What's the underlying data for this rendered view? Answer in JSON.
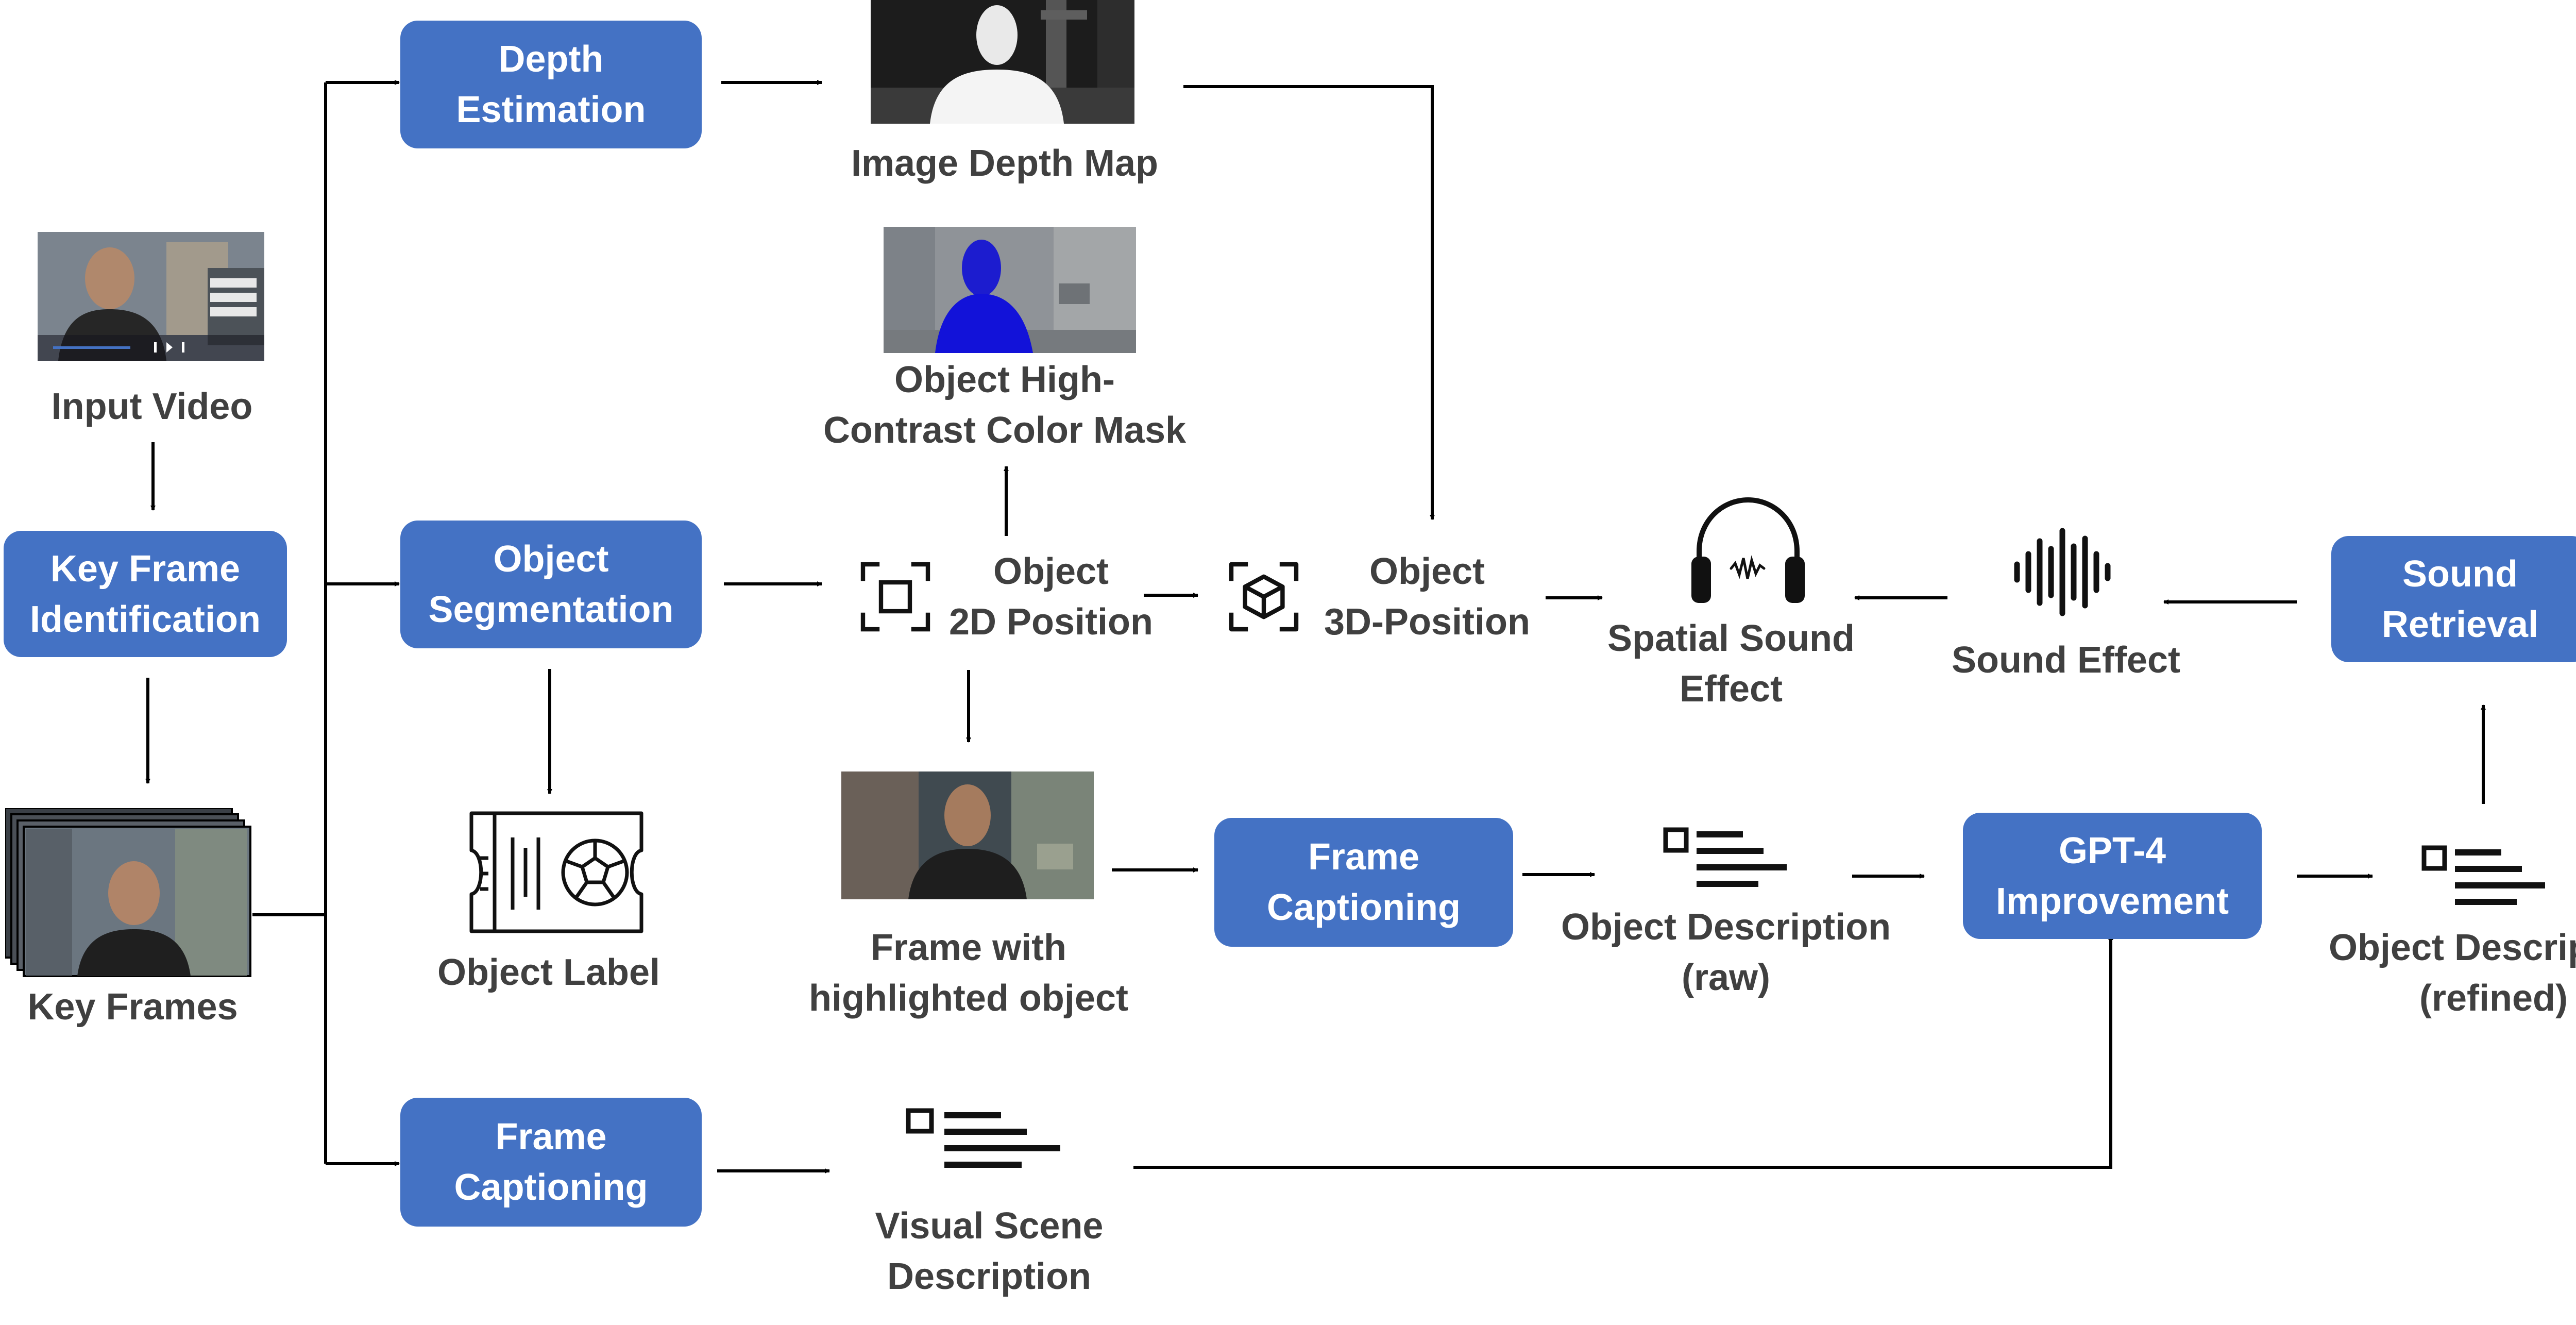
{
  "colors": {
    "box_fill": "#4472c4",
    "box_text": "#ffffff",
    "label_text": "#404040",
    "arrow": "#000000"
  },
  "boxes": {
    "key_frame_identification": "Key Frame\nIdentification",
    "depth_estimation": "Depth\nEstimation",
    "object_segmentation": "Object\nSegmentation",
    "frame_captioning_top": "Frame\nCaptioning",
    "frame_captioning_bottom": "Frame\nCaptioning",
    "gpt4_improvement": "GPT-4\nImprovement",
    "sound_retrieval": "Sound\nRetrieval"
  },
  "labels": {
    "input_video": "Input Video",
    "key_frames": "Key Frames",
    "image_depth_map": "Image Depth Map",
    "object_mask": "Object High-\nContrast Color Mask",
    "object_2d_position": "Object\n2D Position",
    "object_3d_position": "Object\n3D-Position",
    "spatial_sound_effect": "Spatial Sound\nEffect",
    "sound_effect": "Sound Effect",
    "object_label": "Object Label",
    "frame_highlighted": "Frame with\nhighlighted object",
    "object_description_raw": "Object Description\n(raw)",
    "object_description_refined": "Object Description\n(refined)",
    "visual_scene_description": "Visual Scene\nDescription"
  },
  "icons": {
    "object_2d": "square-focus-icon",
    "object_3d": "cube-focus-icon",
    "spatial_sound": "headphones-icon",
    "sound_effect": "sound-wave-icon",
    "object_label": "label-card-icon",
    "description": "document-lines-icon"
  }
}
